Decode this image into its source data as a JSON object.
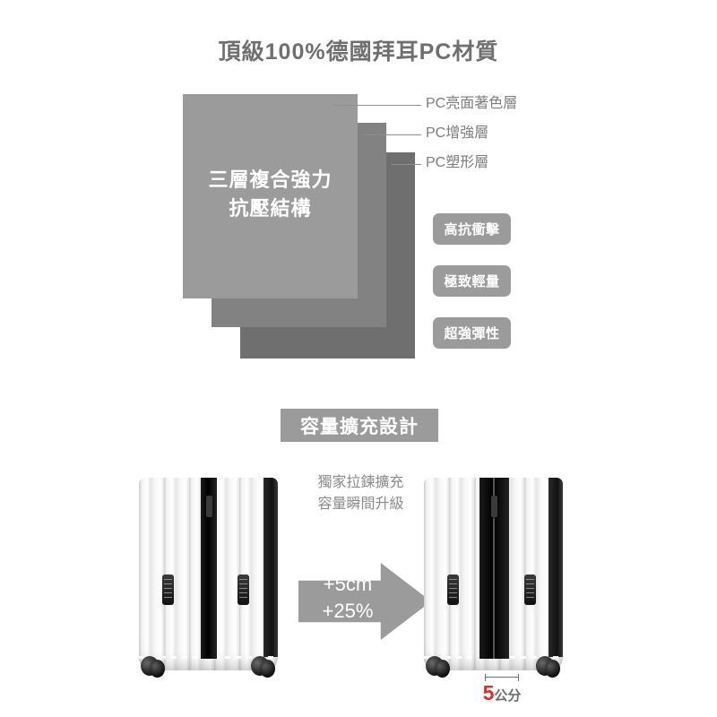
{
  "section1": {
    "title": "頂級100%德國拜耳PC材質",
    "stack_caption": "三層複合強力\n抗壓結構",
    "layers": [
      {
        "label": "PC亮面著色層",
        "color": "#9b9b9b"
      },
      {
        "label": "PC增強層",
        "color": "#828282"
      },
      {
        "label": "PC塑形層",
        "color": "#6f6f6f"
      }
    ],
    "pills": [
      {
        "label": "高抗衝擊"
      },
      {
        "label": "極致輕量"
      },
      {
        "label": "超強彈性"
      }
    ]
  },
  "section2": {
    "header": "容量擴充設計",
    "note": "獨家拉鍊擴充\n容量瞬間升級",
    "arrow_text": "+5cm\n+25%",
    "measure": {
      "number": "5",
      "unit": "公分"
    }
  },
  "colors": {
    "gray_light": "#9b9b9b",
    "gray_mid": "#828282",
    "gray_dark": "#6f6f6f",
    "accent_red": "#d8302a",
    "text_gray": "#7a7a7a"
  }
}
